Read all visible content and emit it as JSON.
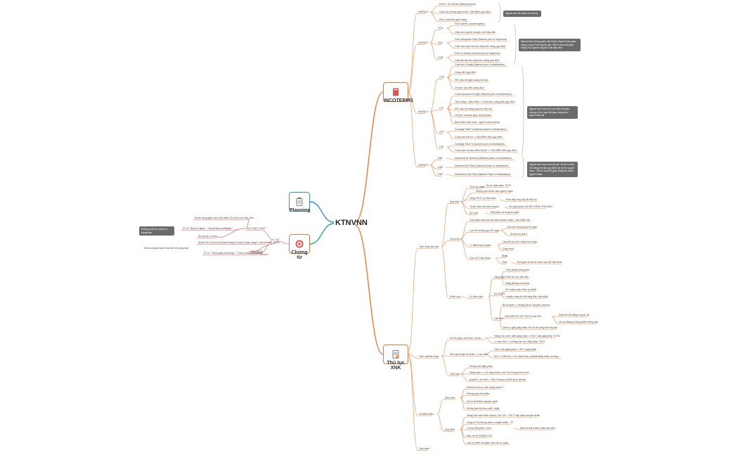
{
  "root": "KTNVNN",
  "hubs": {
    "incoterms": "INCOTERMS",
    "thutuc": "Thủ tục XNK",
    "planning": "Planning",
    "chungtu": "Chứng từ"
  },
  "colors": {
    "orange": "#e8894f",
    "blue": "#3c8fc5",
    "teal": "#2aa3a3",
    "red": "#d9534f",
    "gray": "#6b6b6b"
  },
  "icons": {
    "incoterms": "book-icon",
    "thutuc": "document-icon",
    "planning": "clipboard-icon",
    "chungtu": "target-icon"
  },
  "incoterms_nodes": [
    "NHÓM E",
    "EXW = Ex Works (Named place)",
    "Giao tại xưởng người bán / địa điểm quy định",
    "Rủi ro sau khi giao hàng",
    "NHÓM F",
    "FCA",
    "Free carrier (named place)",
    "Giao cho người chuyên chở đầu tiên",
    "FAS",
    "Free Alongside Ship (Named port of shipment)",
    "Giao dọc mạn tàu tại cảng bốc hàng quy định",
    "FOB",
    "Free on Board (Named port of shipment)",
    "Giao lên tàu tại cảng bốc hàng quy định",
    "NHÓM C",
    "CFR",
    "Cost and Freight (Named port of destination)",
    "Cảng đến quy định",
    "RR: sau khi giao hàng lên tàu",
    "Chi phí: phí đến cảng đích",
    "CIF",
    "Cost Insurance Freight (Named port of destination)",
    "Tiền hàng + Bảo hiểm + Cước tàu: cảng đến quy định",
    "RR: sau khi hàng qua lan can tàu",
    "Chi phí: chuyên giao đường đích",
    "Bảo hiểm: bên mua - người mua hưởng",
    "CPT",
    "Carriage Paid To (Named place of destination)",
    "Cước phí trả tới => Địa điểm đến quy định",
    "CIP",
    "Carriage Paid To (named port of destination)",
    "Cước phí và bảo hiểm trả tới => Địa điểm đến quy định",
    "NHÓM D",
    "DAT",
    "Delivered At Terminal (Named place of destination)",
    "DAP",
    "Delivered At Place (Named place of destination)",
    "DDP",
    "Delivered Duty Paid (Named Place of destination)"
  ],
  "incoterms_notes": [
    "Người bán tổ chức và chi trả",
    "Người bán không giao vận hành; Người bán giao hàng cùng lô với người gửi; Rủi ro sau khi giao hàng cho người chuyên chở đầu tiên",
    "Người bán trả cước phí vận chuyển nhưng rủi ro sau khi giao hàng cho người vận tải",
    "Người bán chịu mọi chi phí và rủi ro đến khi hàng tới địa quy định tại nước người mua - Rủi ro sau khi giao hàng tại nước người nhận"
  ],
  "thutuc_nodes": [
    "Tạm nhập tái xuất",
    "Quy định",
    "Thương nhân",
    "Được định danh TNTX",
    "Không phụ thuộc vào ngành nghề",
    "Hàng TNTX có điều kiện",
    "Phải đáp ứng đầy đủ thủ tục",
    "Thuộc DM cấm kinh doanh",
    "Xin giấy phép của BỘ CÔNG THƯƠNG",
    "Xử thuế",
    "Nhà thầu sử dụng lệ quan",
    "Quy trình",
    "Chịu giám sát của hải quan (tuyến nhập - cửa khẩu XK)",
    "Lưu trữ không quá 60 ngày",
    "Gia hạn không quá 30 ngày",
    "Số lần ko quá 2",
    "=> Bắt thanh khoản",
    "Lập thủ tục như hàng hóa nhập",
    "Chấp thuế",
    "Các cá 3 hợp đồng",
    "Nhập",
    "Xuất",
    "Thời gian từ trước hoặc sau HĐ đầu thuế",
    "Phân loại",
    "Có điều kiện",
    "Hàng hoá",
    "Thực phẩm đông lạnh",
    "Thiết kế như đặc biệt",
    "Hàng đã qua sử dụng",
    "Xử DNCS",
    "Xử thuật hoặc nhận sự khẩn",
    "chuyên cảng thì để hàng đầu cửa khẩu",
    "Vận đơn",
    "Bộ lệ danh => không được chuyển nhượng",
    "Chủ MÃ SỐ XỬ TNTX của DN",
    "Cấp bởi DN đăng ứng từ xã",
    "Hồ sơ đăng ký tùng phiếu hàng hóa",
    "Quá cự giấy giấy phép XK do bộ công thương cấp",
    "Tạm xuất tái nhập",
    "Sx thi công, chủ thuê, mượn...",
    "Hàng hóa cấm, cấm giấy phép => BCT cấp giấy phép TXTN",
    "=> tạm thời => không cần xin Giấy phép TNTX",
    "HĐ hợp pháp/ cá nhân => các chứ",
    "Cấm, cần giấy phép => BCT giấy phép",
    "Sở => Cấm tới => trc được bán xuất lại bằng danh, xưởng...",
    "Trần hàn",
    "Không cần giấy phép",
    "Hàng cấm => xử chấp thuộc của Thủ tướng chính phủ",
    "quyết tụ, an ninh => Bộ Công an và Bộ quốc phòng",
    "Chuyển khẩu",
    "Điều kiện",
    "Mua từ nước A, bán sang nước C",
    "Không qua cửa khẩu",
    "Chưa về thành nguyên quan",
    "Không làm thủ tục xuất / nhập",
    "Quy định",
    "Hàng hóa cấm/ kinh doanh / xin GP => BCT cấp phép chuyển khẩu",
    "cũng có PQ không được chuyển khẩu - TP",
    "2 Hợp đồng bán / mua",
    "Mua và thể khách hoặc sau bán",
    "Bảo vệ xử CDNB 3 Cty",
    "chịu sự kiểm tra giám sát của cơ quan",
    "Quá cảnh"
  ],
  "chungtu_nodes": [
    "CO",
    "CO GIAP LUNG",
    "Nước trung gian vừa cửa nhận CO của nước đầu tiên",
    "Ở 13: \"Back to Back\" / \"Movement certificate\"",
    "Số qua tỷ 2 nước",
    "CO 3 BÊN",
    "Nước thứ 3 (nước ủy thác) hàng từ nước A bán sang C nhờ (không qua B",
    "Ở 13: \"Third party invoicing\" / \"Third country invoicing\""
  ],
  "chungtu_notes": [
    "Không xuất về nước có hàng bán",
    "Nước A phát hành hóa đơn thương mại"
  ]
}
